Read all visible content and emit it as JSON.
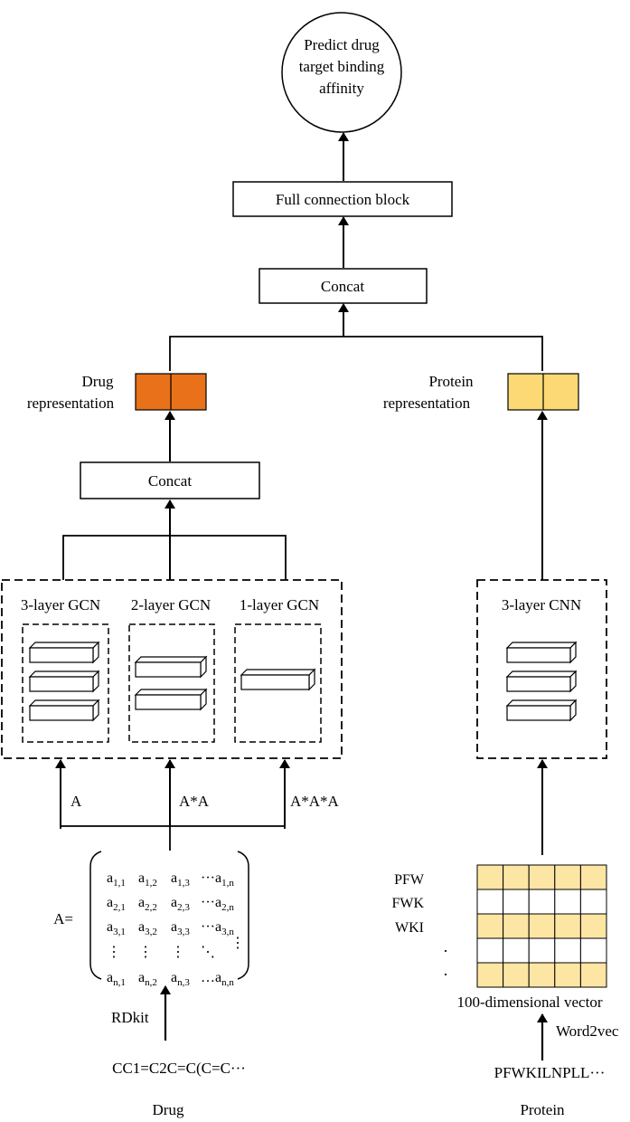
{
  "output": {
    "lines": [
      "Predict drug",
      "target binding",
      "affinity"
    ]
  },
  "blocks": {
    "full_connection": "Full connection block",
    "concat_top": "Concat",
    "concat_drug": "Concat"
  },
  "drug_representation": [
    "Drug",
    "representation"
  ],
  "protein_representation": [
    "Protein",
    "representation"
  ],
  "gcn": {
    "three_layer": "3-layer GCN",
    "two_layer": "2-layer GCN",
    "one_layer": "1-layer GCN"
  },
  "cnn": {
    "three_layer": "3-layer CNN"
  },
  "edges": {
    "a": "A",
    "aa": "A*A",
    "aaa": "A*A*A",
    "rdkit": "RDkit",
    "word2vec": "Word2vec"
  },
  "matrix": {
    "lhs": "A=",
    "rows": [
      [
        [
          "a",
          "1,1"
        ],
        [
          "a",
          "1,2"
        ],
        [
          "a",
          "1,3"
        ],
        [
          "···a",
          "1,n"
        ]
      ],
      [
        [
          "a",
          "2,1"
        ],
        [
          "a",
          "2,2"
        ],
        [
          "a",
          "2,3"
        ],
        [
          "···a",
          "2,n"
        ]
      ],
      [
        [
          "a",
          "3,1"
        ],
        [
          "a",
          "3,2"
        ],
        [
          "a",
          "3,3"
        ],
        [
          "···a",
          "3,n"
        ]
      ],
      [
        [
          "⋮",
          ""
        ],
        [
          "⋮",
          ""
        ],
        [
          "⋮",
          ""
        ],
        [
          "⋱",
          ""
        ]
      ],
      [
        [
          "a",
          "n,1"
        ],
        [
          "a",
          "n,2"
        ],
        [
          "a",
          "n,3"
        ],
        [
          "…a",
          "n,n"
        ]
      ]
    ],
    "last_col_extra": "⋮"
  },
  "protein_vectors": {
    "row_labels": [
      "PFW",
      "FWK",
      "WKI",
      "·",
      "·"
    ],
    "caption": "100-dimensional vector",
    "highlight_rows": [
      0,
      2,
      4
    ],
    "columns": 5
  },
  "inputs": {
    "smiles": "CC1=C2C=C(C=C···",
    "drug": "Drug",
    "sequence": "PFWKILNPLL···",
    "protein": "Protein"
  },
  "colors": {
    "drug_rep": "#E8711A",
    "protein_rep": "#FCD974",
    "grid_highlight": "#FDE5A4"
  }
}
